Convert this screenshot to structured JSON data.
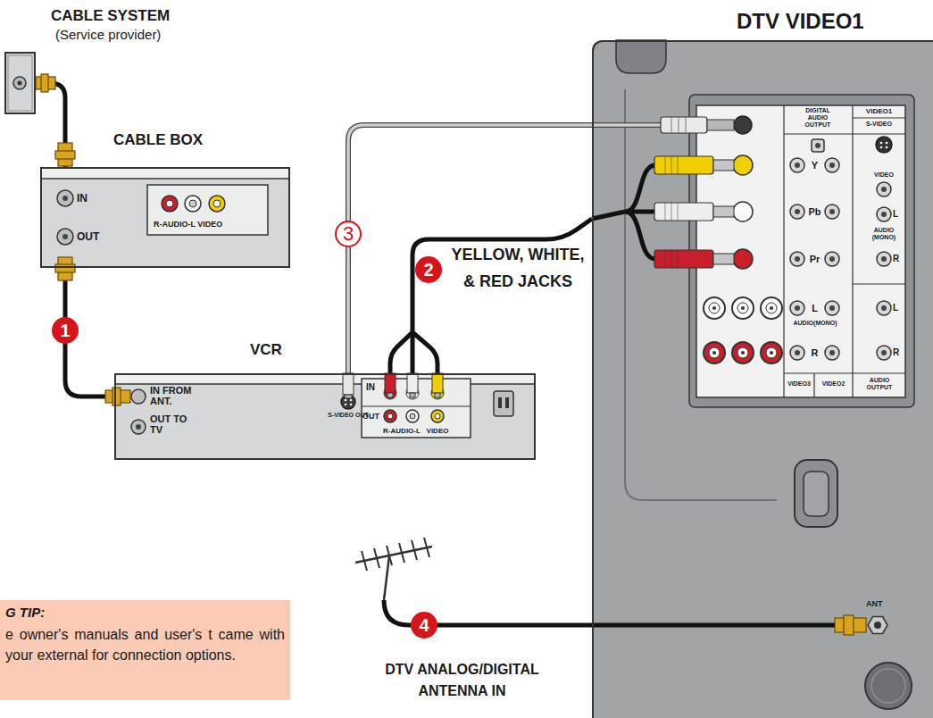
{
  "diagram": {
    "nodes": [
      {
        "text": [
          "CABLE SYSTEM",
          "(Service provider)"
        ]
      },
      {
        "text": [
          "CABLE BOX"
        ]
      },
      {
        "text": [
          "VCR"
        ]
      },
      {
        "text": [
          "DTV VIDEO1"
        ]
      },
      {
        "text": [
          "G TIP:",
          "e owner's manuals and user's t came with your external for connection options."
        ]
      }
    ],
    "edges": [
      {
        "from": 0,
        "to": 1,
        "arrow": "none"
      },
      {
        "from": 1,
        "to": 2,
        "arrow": "none"
      },
      {
        "from": 2,
        "to": 3,
        "arrow": "none"
      },
      {
        "from": 2,
        "to": 3,
        "arrow": "none"
      }
    ],
    "labels": [
      "IN",
      "OUT",
      "R-AUDIO-L VIDEO",
      "1",
      "IN FROM ANT.",
      "OUT TO TV",
      "S-VIDEO OUT",
      "IN",
      "OUT",
      "R-AUDIO-L",
      "VIDEO",
      "3",
      "2",
      "YELLOW, WHITE, & RED JACKS",
      "DIGITAL AUDIO OUTPUT",
      "VIDEO1",
      "S-VIDEO",
      "VIDEO",
      "Y",
      "Pb",
      "Pr",
      "L",
      "AUDIO (MONO)",
      "R",
      "L",
      "AUDIO(MONO)",
      "R",
      "L",
      "R",
      "VIDEO3",
      "VIDEO2",
      "AUDIO OUTPUT",
      "4",
      "DTV ANALOG/DIGITAL ANTENNA IN",
      "ANT"
    ]
  }
}
